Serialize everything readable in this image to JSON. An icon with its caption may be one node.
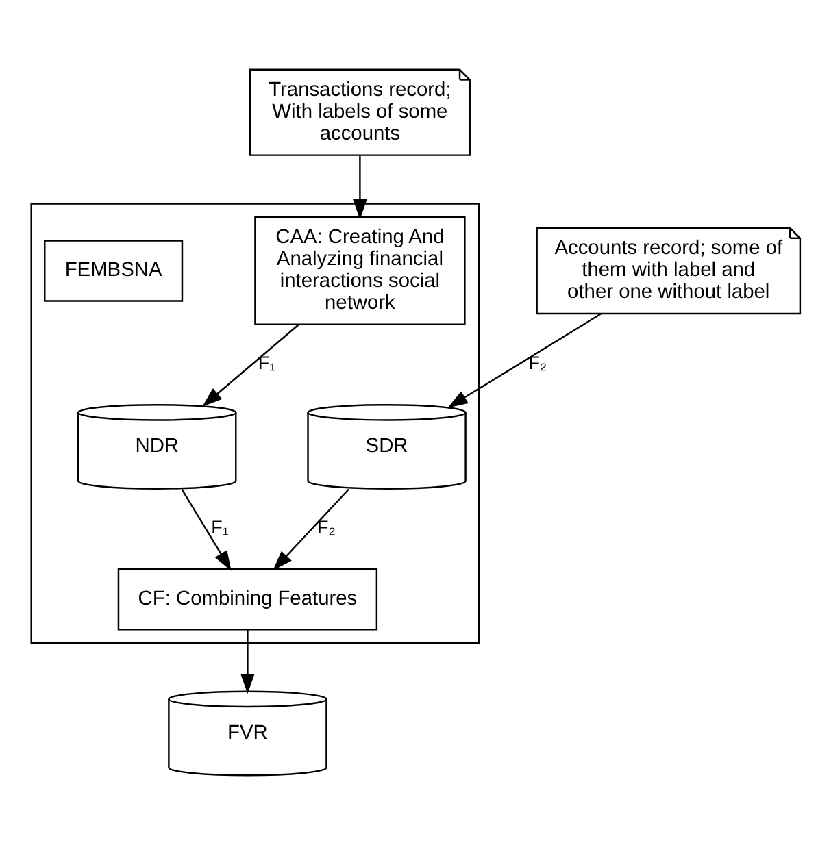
{
  "diagram": {
    "nodes": [
      {
        "text": [
          "Transactions record; With labels of some accounts"
        ]
      },
      {
        "text": [
          "Accounts record; some of them with label and other one without label"
        ]
      },
      {
        "text": [],
        "shape": "box"
      },
      {
        "text": [
          "CAA: Creating And Analyzing financial interactions social network"
        ],
        "in": 2
      },
      {
        "text": [
          "NDR"
        ],
        "in": 2
      },
      {
        "text": [
          "SDR"
        ],
        "in": 2
      },
      {
        "text": [
          "CF: Combining Features"
        ],
        "in": 2
      },
      {
        "text": [
          "FEMBSNA"
        ],
        "in": 2
      },
      {
        "text": [
          "FVR"
        ]
      }
    ],
    "edges": [
      {
        "from": 0,
        "to": 3,
        "arrow": "to"
      },
      {
        "from": 1,
        "to": 5,
        "arrow": "to",
        "label": "F₂"
      },
      {
        "from": 3,
        "to": 4,
        "arrow": "to",
        "label": "F₁"
      },
      {
        "from": 4,
        "to": 6,
        "arrow": "to",
        "label": "F₁"
      },
      {
        "from": 5,
        "to": 6,
        "arrow": "to",
        "label": "F₂"
      },
      {
        "from": 6,
        "to": 8,
        "arrow": "to"
      }
    ]
  }
}
